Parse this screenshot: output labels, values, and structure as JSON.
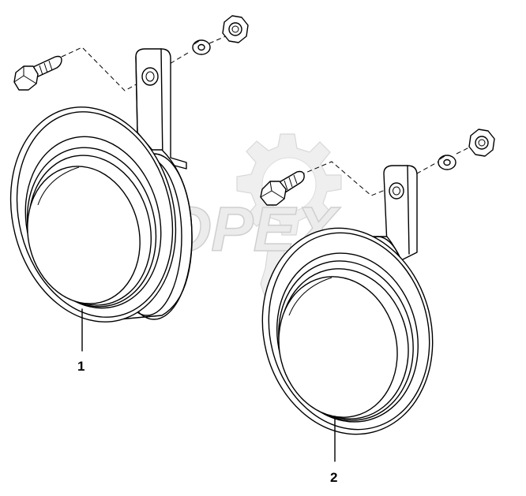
{
  "watermark": {
    "text": "OPEX"
  },
  "callouts": [
    {
      "id": "1",
      "label": "1"
    },
    {
      "id": "2",
      "label": "2"
    }
  ],
  "colors": {
    "line": "#000000",
    "background": "#ffffff",
    "watermark": "#d8d8d8"
  }
}
